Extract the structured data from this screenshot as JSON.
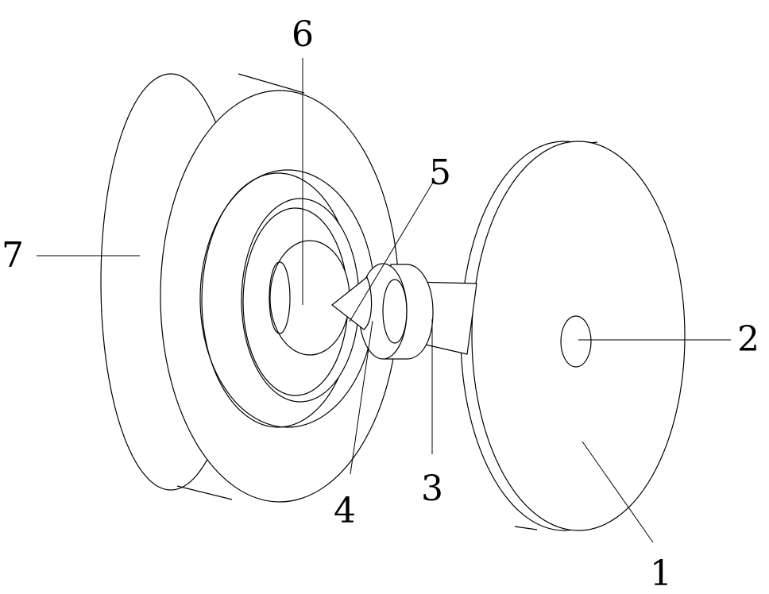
{
  "labels": {
    "part_1": "1",
    "part_2": "2",
    "part_3": "3",
    "part_4": "4",
    "part_5": "5",
    "part_6": "6",
    "part_7": "7"
  }
}
